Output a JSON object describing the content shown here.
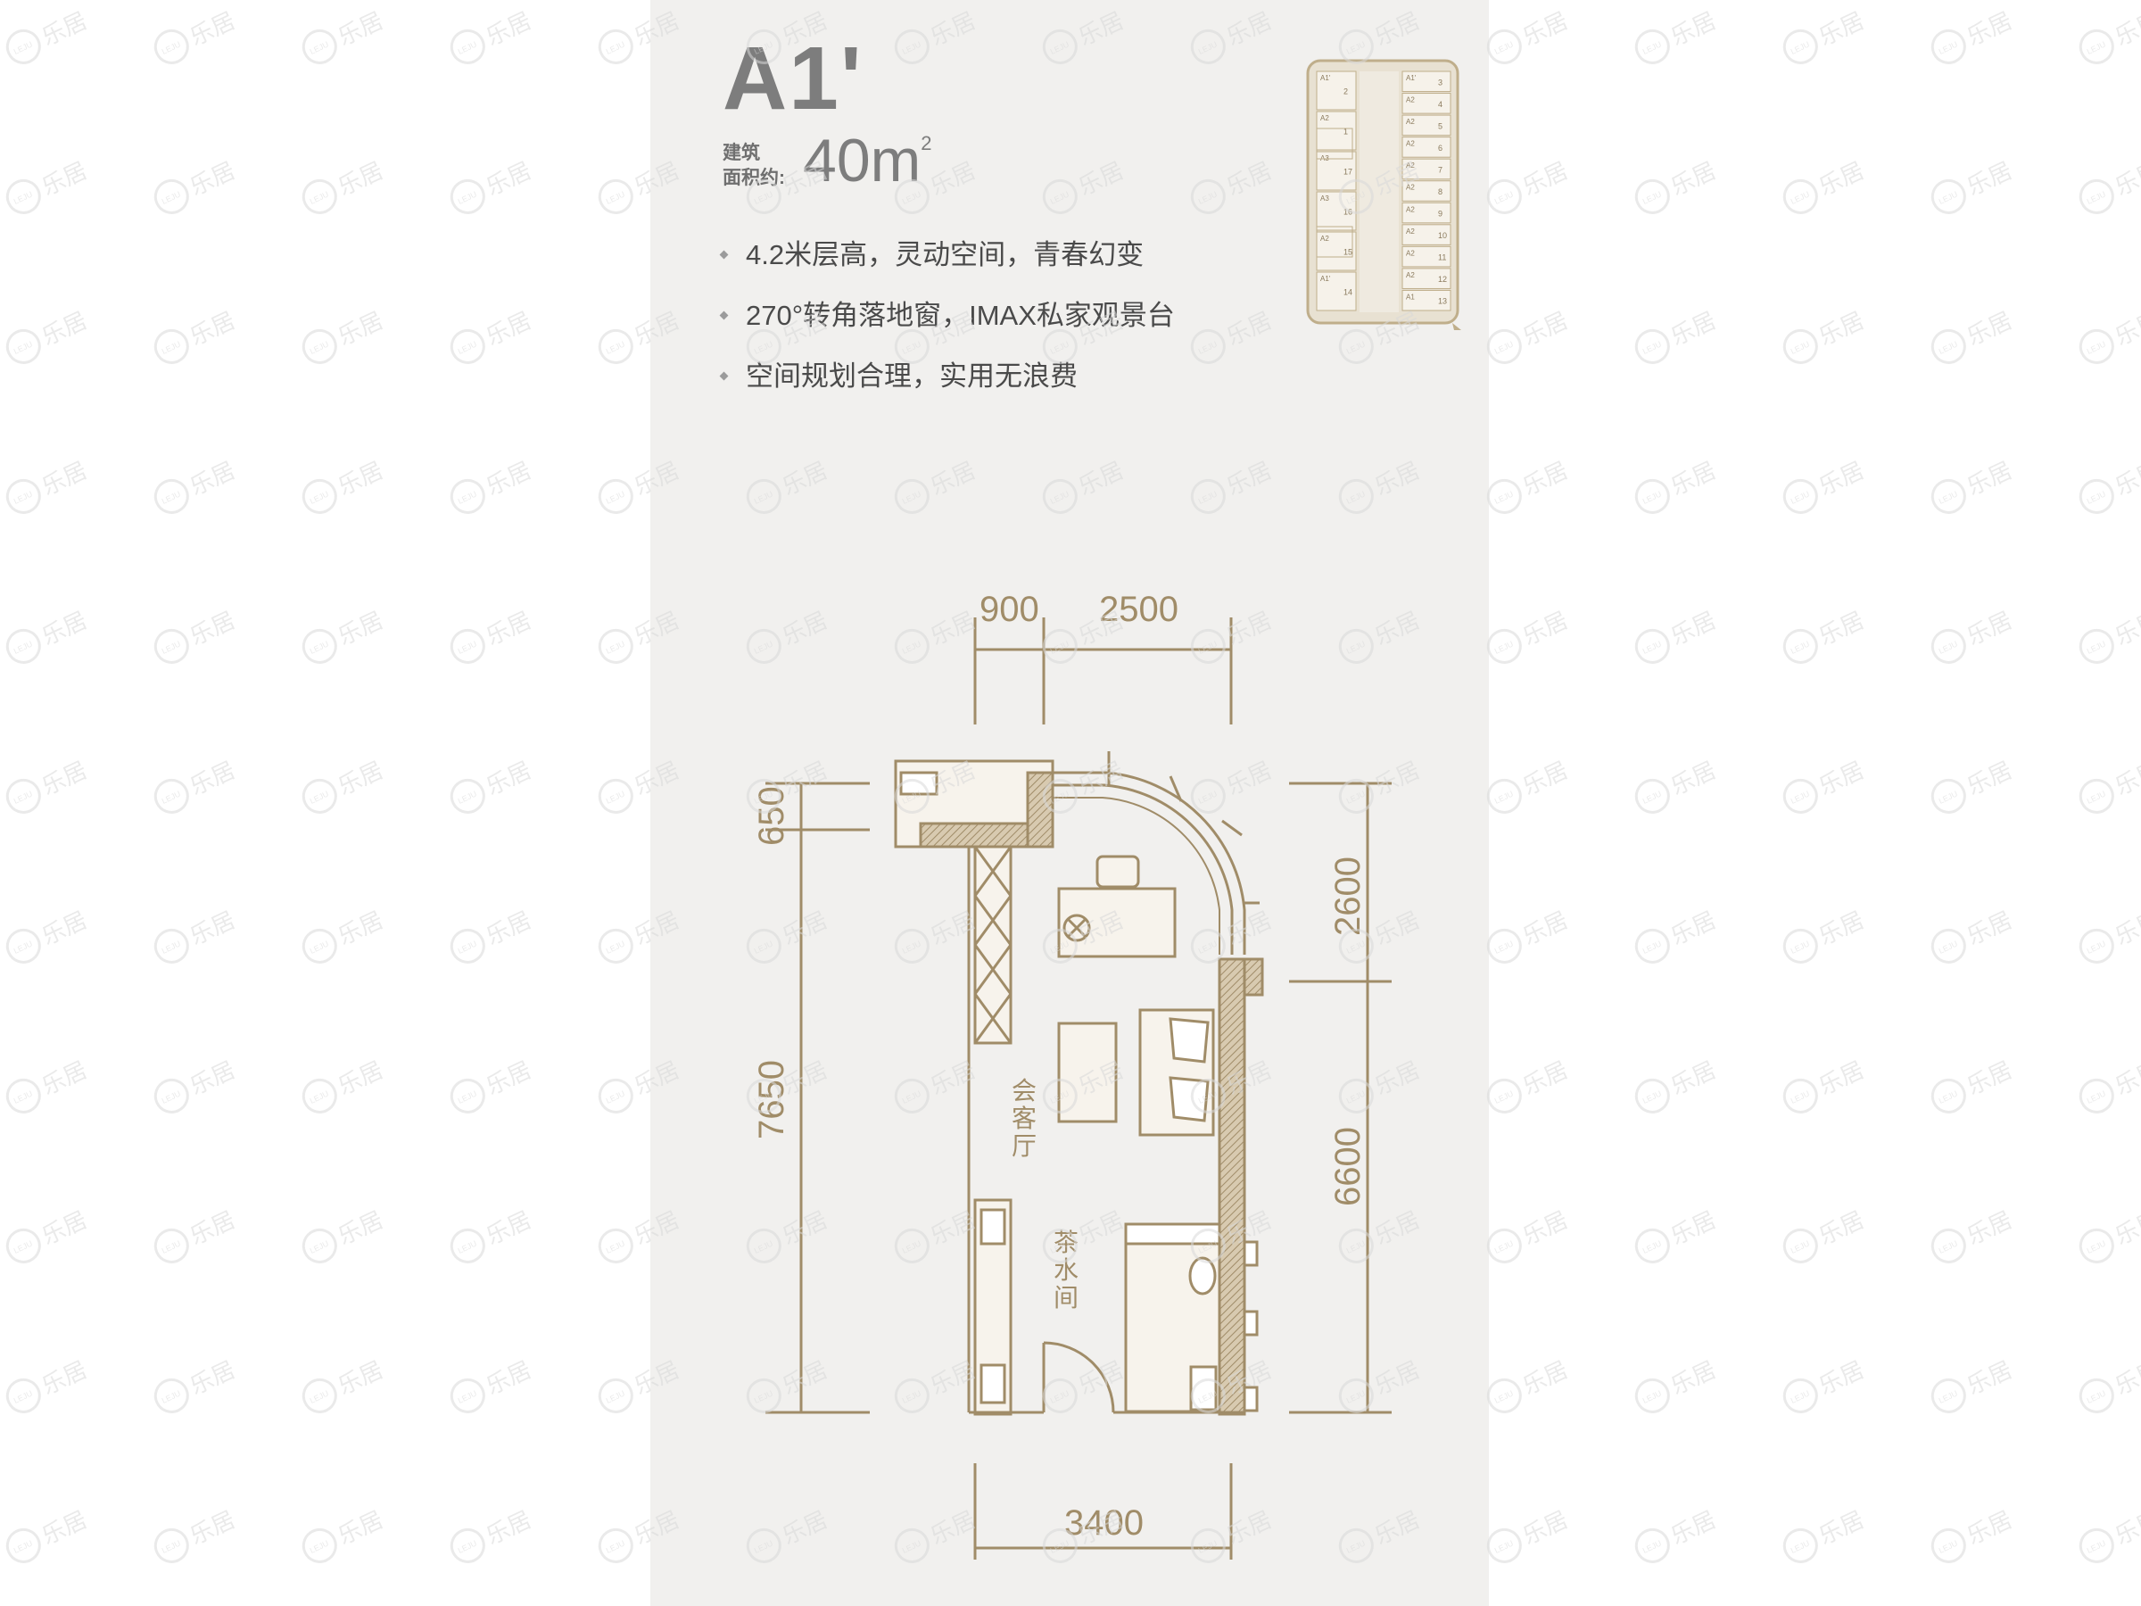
{
  "title": {
    "model": "A1'",
    "area_label_line1": "建筑",
    "area_label_line2": "面积约:",
    "area_value": "40m",
    "area_unit_sup": "2"
  },
  "features": [
    "4.2米层高，灵动空间，青春幻变",
    "270°转角落地窗，IMAX私家观景台",
    "空间规划合理，实用无浪费"
  ],
  "keyplan": {
    "left_units": [
      {
        "type": "A1'",
        "no": "2"
      },
      {
        "type": "A2",
        "no": "1"
      },
      {
        "type": "A3",
        "no": "17"
      },
      {
        "type": "A3",
        "no": "16"
      },
      {
        "type": "A2",
        "no": "15"
      },
      {
        "type": "A1'",
        "no": "14"
      }
    ],
    "right_units": [
      {
        "type": "A1'",
        "no": "3"
      },
      {
        "type": "A2",
        "no": "4"
      },
      {
        "type": "A2",
        "no": "5"
      },
      {
        "type": "A2",
        "no": "6"
      },
      {
        "type": "A2",
        "no": "7"
      },
      {
        "type": "A2",
        "no": "8"
      },
      {
        "type": "A2",
        "no": "9"
      },
      {
        "type": "A2",
        "no": "10"
      },
      {
        "type": "A2",
        "no": "11"
      },
      {
        "type": "A2",
        "no": "12"
      },
      {
        "type": "A1",
        "no": "13"
      }
    ]
  },
  "dimensions": {
    "top_left": "900",
    "top_right": "2500",
    "left_top": "650",
    "left_main": "7650",
    "right_top": "2600",
    "right_main": "6600",
    "bottom": "3400"
  },
  "rooms": {
    "living_1": "会",
    "living_2": "客",
    "living_3": "厅",
    "tea_1": "茶",
    "tea_2": "水",
    "tea_3": "间"
  },
  "watermark": {
    "logo_text": "LEJU",
    "brand_text": "乐居"
  },
  "colors": {
    "plan_line": "#a08c68",
    "wall_fill": "#c9b896",
    "panel_bg": "#f1f0ee",
    "watermark": "#d9d9d9"
  }
}
